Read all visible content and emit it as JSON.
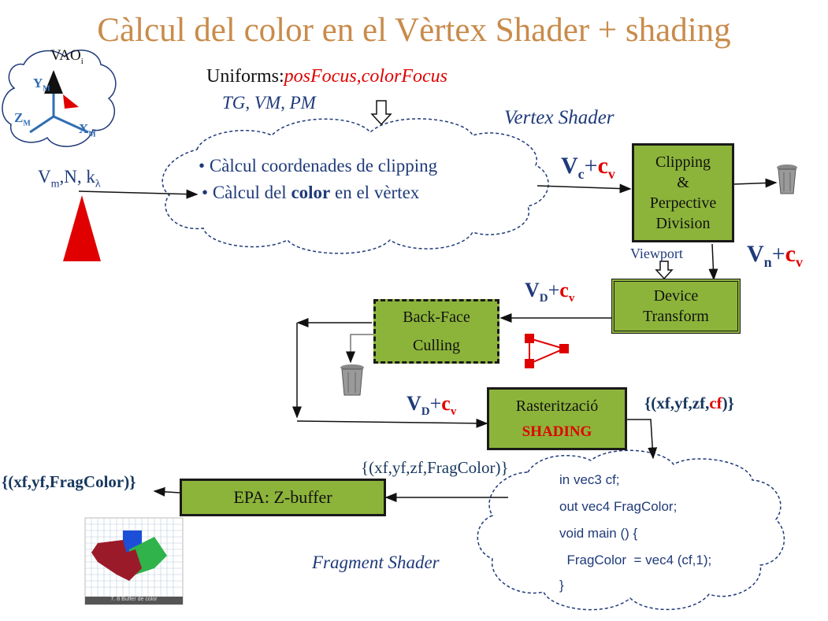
{
  "title": "Càlcul del color en el Vèrtex Shader + shading",
  "vao": {
    "label": "VAO",
    "subscript": "i",
    "axes": {
      "y": "Y",
      "z": "Z",
      "x": "X",
      "sub": "M"
    }
  },
  "inputs": {
    "vm": "V",
    "vm_sub": "m",
    "rest": ",N, k",
    "lambda_sub": "λ"
  },
  "uniforms": {
    "label": "Uniforms:",
    "values": "posFocus,colorFocus",
    "matrices": "TG, VM, PM"
  },
  "vertex_shader": {
    "title": "Vertex Shader",
    "bullets": [
      {
        "bullet": "•",
        "text": "Càlcul coordenades de clipping"
      },
      {
        "bullet": "•",
        "pre": "Càlcul del ",
        "bold": "color",
        "post": " en el vèrtex"
      }
    ]
  },
  "labels": {
    "vc": {
      "v": "V",
      "sub": "c",
      "plus": "+",
      "c": "c",
      "csub": "v"
    },
    "vn": {
      "v": "V",
      "sub": "n",
      "plus": "+",
      "c": "c",
      "csub": "v"
    },
    "vd1": {
      "v": "V",
      "sub": "D",
      "plus": "+",
      "c": "c",
      "csub": "v"
    },
    "vd2": {
      "v": "V",
      "sub": "D",
      "plus": "+",
      "c": "c",
      "csub": "v"
    },
    "viewport": "Viewport",
    "frag_tuple_pre": "{(xf,yf,zf,",
    "frag_tuple_red": "cf",
    "frag_tuple_post": ")}",
    "zf_fragcolor": "{(xf,yf,zf,FragColor)}",
    "xy_fragcolor": "{(xf,yf,FragColor)}"
  },
  "boxes": {
    "clipping": [
      "Clipping",
      "&",
      "Perpective",
      "Division"
    ],
    "device": [
      "Device",
      "Transform"
    ],
    "backface": [
      "Back-Face",
      "Culling"
    ],
    "raster": "Rasterització",
    "shading": "SHADING",
    "epa": "EPA:  Z-buffer"
  },
  "fragment_shader": {
    "title": "Fragment Shader",
    "code": [
      "in vec3 cf;",
      "out vec4 FragColor;",
      "void main () {",
      "  FragColor  = vec4 (cf,1);",
      "}"
    ]
  },
  "thumbnail_caption": "7. 8 Buffer de color",
  "colors": {
    "title": "#c98b4b",
    "box": "#8cb43a",
    "label_blue": "#1f3a7a",
    "accent_red": "#e00000"
  }
}
